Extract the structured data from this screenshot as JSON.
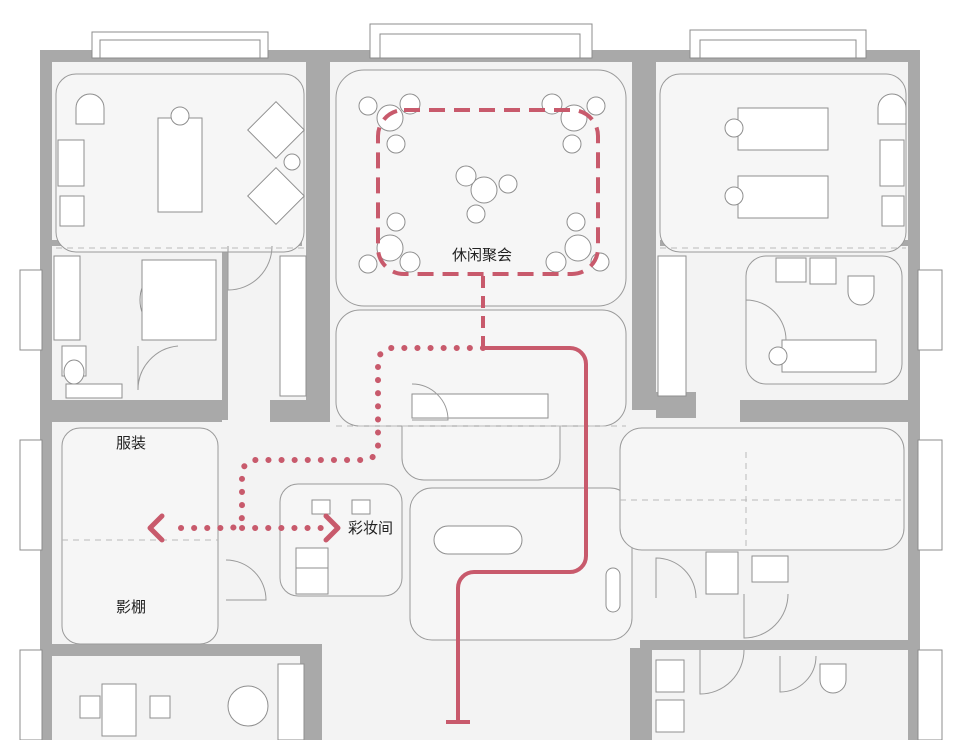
{
  "labels": {
    "leisure": "休闲聚会",
    "clothing": "服装",
    "makeup": "彩妆间",
    "studio": "影棚"
  },
  "colors": {
    "wall": "#a9a9a9",
    "floor": "#f2f2f2",
    "room_fill": "#f4f4f4",
    "route": "#c85a6c",
    "line": "#9a9a9a"
  }
}
